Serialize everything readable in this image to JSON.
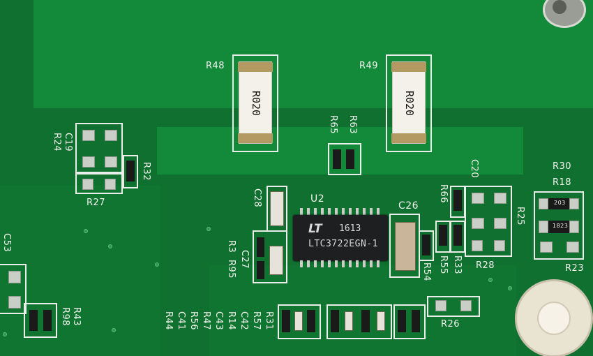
{
  "board": {
    "ic": {
      "designator": "U2",
      "logo": "LT",
      "date_code": "1613",
      "part": "LTC3722EGN-1"
    },
    "resistors_large": [
      {
        "designator": "R48",
        "marking": "R020"
      },
      {
        "designator": "R49",
        "marking": "R020"
      }
    ],
    "labels": {
      "r65": "R65",
      "r63": "R63",
      "c19": "C19",
      "r24": "R24",
      "r32": "R32",
      "r27": "R27",
      "c28": "C28",
      "c26": "C26",
      "c20": "C20",
      "r66": "R66",
      "r25": "R25",
      "r30": "R30",
      "r18": "R18",
      "r23": "R23",
      "r28": "R28",
      "r33": "R33",
      "r55": "R55",
      "r54": "R54",
      "r26": "R26",
      "r3": "R3",
      "r95": "R95",
      "c27": "C27",
      "c53": "C53",
      "r43": "R43",
      "r98": "R98",
      "r44": "R44",
      "c41": "C41",
      "r56": "R56",
      "r47": "R47",
      "c43": "C43",
      "r14": "R14",
      "c42": "C42",
      "r57": "R57",
      "r31": "R31"
    },
    "small_markings": {
      "r30_code": "203",
      "r18_code": "1823"
    }
  }
}
